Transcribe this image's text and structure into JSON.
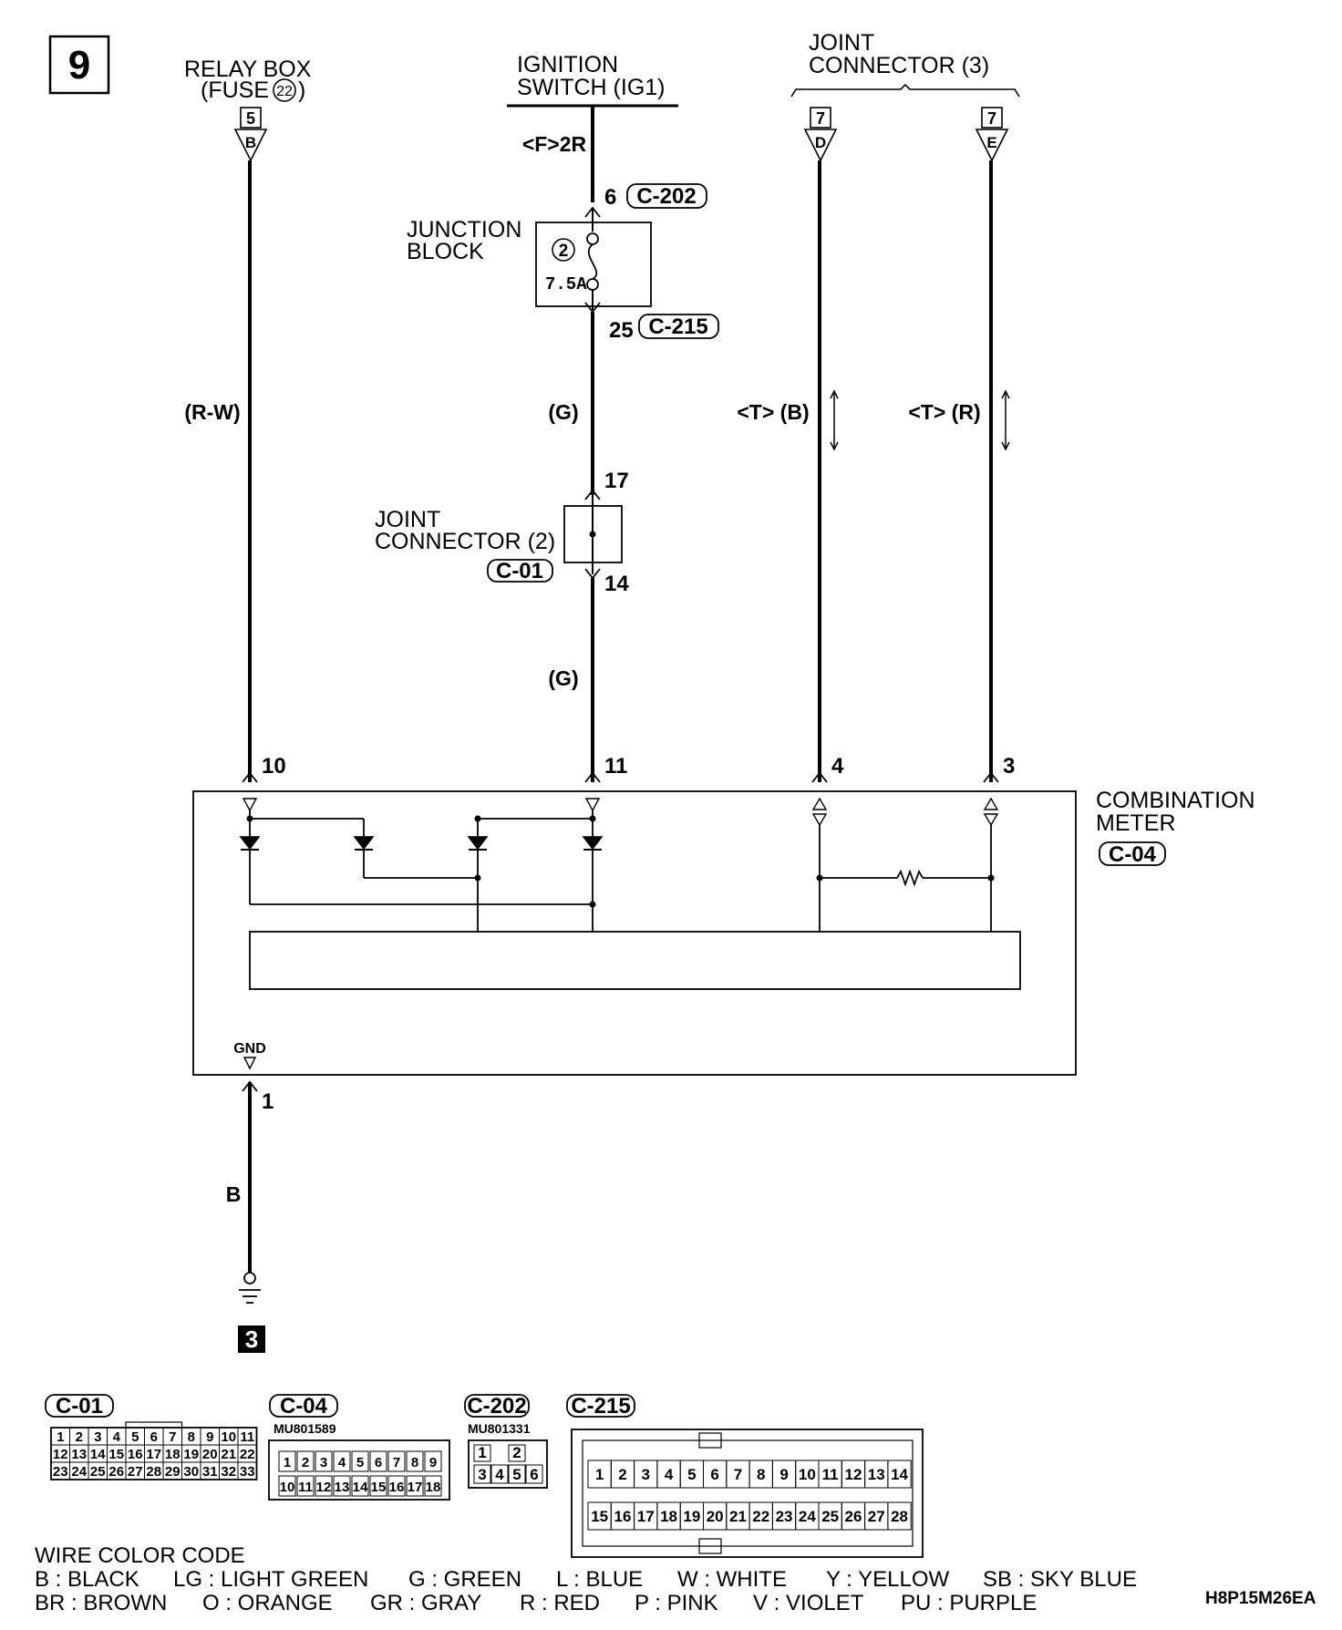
{
  "page_number": "9",
  "relay_box": {
    "line1": "RELAY BOX",
    "line2_pre": "(FUSE ",
    "fuse_no": "22",
    "line2_post": ")",
    "conn_no": "5",
    "conn_letter": "B",
    "wire": "(R-W)",
    "pin": "10"
  },
  "ignition": {
    "line1": "IGNITION",
    "line2": "SWITCH (IG1)",
    "tag": "<F>2R"
  },
  "junction_block": {
    "line1": "JUNCTION",
    "line2": "BLOCK",
    "fuse_no": "2",
    "rating": "7.5A",
    "pin_in": "6",
    "conn_in": "C-202",
    "pin_out": "25",
    "conn_out": "C-215"
  },
  "jc2": {
    "line1": "JOINT",
    "line2": "CONNECTOR (2)",
    "conn": "C-01",
    "pin_in": "17",
    "pin_out": "14",
    "wire_upper": "(G)",
    "wire_lower": "(G)",
    "meter_pin": "11"
  },
  "jc3": {
    "line1": "JOINT",
    "line2": "CONNECTOR (3)",
    "left": {
      "conn_no": "7",
      "letter": "D",
      "wire": "<T> (B)",
      "pin": "4"
    },
    "right": {
      "conn_no": "7",
      "letter": "E",
      "wire": "<T> (R)",
      "pin": "3"
    }
  },
  "meter": {
    "line1": "COMBINATION",
    "line2": "METER",
    "conn": "C-04",
    "gnd_label": "GND",
    "gnd_pin": "1",
    "gnd_wire": "B",
    "ground_no": "3"
  },
  "connectors": {
    "c01": {
      "label": "C-01",
      "rows": [
        [
          "1",
          "2",
          "3",
          "4",
          "5",
          "6",
          "7",
          "8",
          "9",
          "10",
          "11"
        ],
        [
          "12",
          "13",
          "14",
          "15",
          "16",
          "17",
          "18",
          "19",
          "20",
          "21",
          "22"
        ],
        [
          "23",
          "24",
          "25",
          "26",
          "27",
          "28",
          "29",
          "30",
          "31",
          "32",
          "33"
        ]
      ]
    },
    "c04": {
      "label": "C-04",
      "part": "MU801589",
      "rows": [
        [
          "1",
          "2",
          "3",
          "4",
          "5",
          "6",
          "7",
          "8",
          "9"
        ],
        [
          "10",
          "11",
          "12",
          "13",
          "14",
          "15",
          "16",
          "17",
          "18"
        ]
      ]
    },
    "c202": {
      "label": "C-202",
      "part": "MU801331",
      "rows": [
        [
          "1",
          "",
          "2"
        ],
        [
          "3",
          "4",
          "5",
          "6"
        ]
      ]
    },
    "c215": {
      "label": "C-215",
      "rows": [
        [
          "1",
          "2",
          "3",
          "4",
          "5",
          "6",
          "7",
          "8",
          "9",
          "10",
          "11",
          "12",
          "13",
          "14"
        ],
        [
          "15",
          "16",
          "17",
          "18",
          "19",
          "20",
          "21",
          "22",
          "23",
          "24",
          "25",
          "26",
          "27",
          "28"
        ]
      ]
    }
  },
  "legend": {
    "title": "WIRE COLOR CODE",
    "row1": [
      "B : BLACK",
      "LG : LIGHT GREEN",
      "G : GREEN",
      "L : BLUE",
      "W : WHITE",
      "Y : YELLOW",
      "SB : SKY BLUE"
    ],
    "row2": [
      "BR : BROWN",
      "O : ORANGE",
      "GR : GRAY",
      "R : RED",
      "P : PINK",
      "V : VIOLET",
      "PU : PURPLE"
    ]
  },
  "diagram_code": "H8P15M26EA"
}
